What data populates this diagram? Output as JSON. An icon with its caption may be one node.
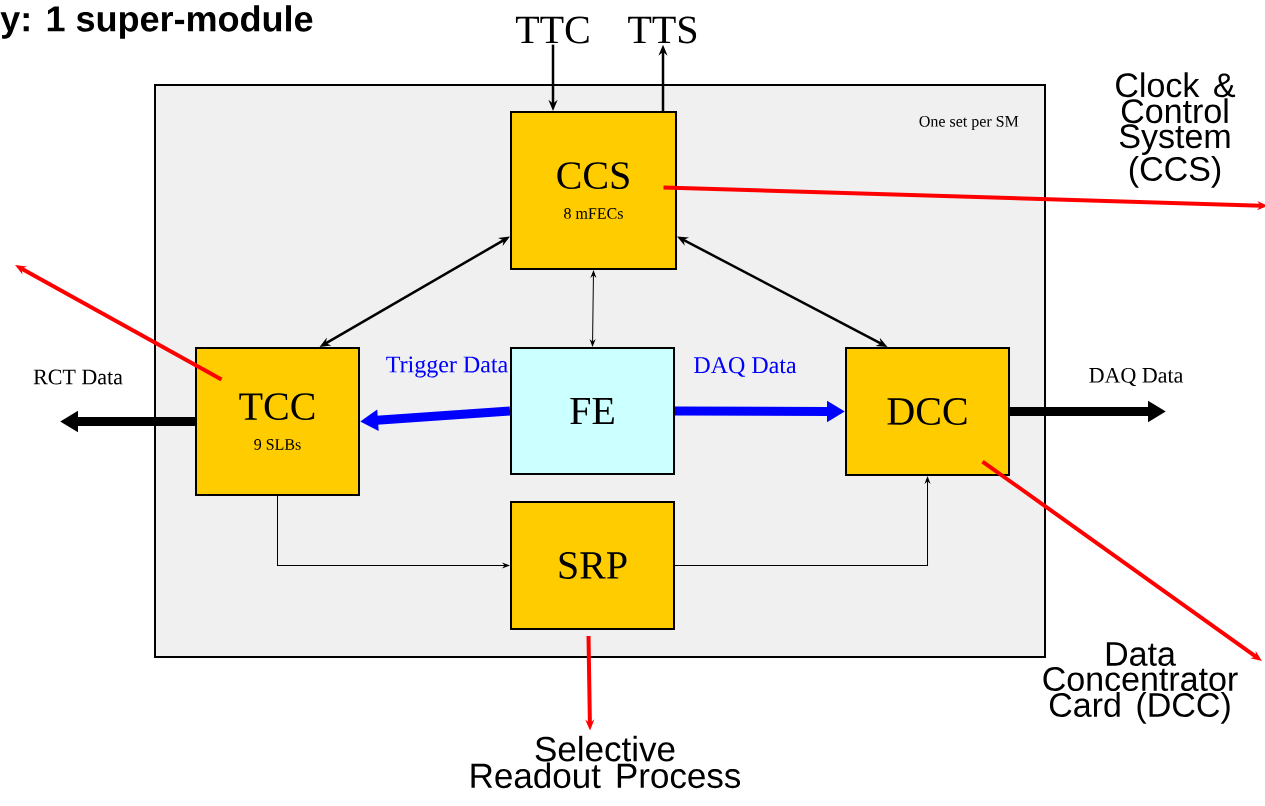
{
  "diagram": {
    "title": "y: 1 super-module",
    "nodes": [
      {
        "text": [
          "One set per SM"
        ]
      },
      {
        "text": [
          "CCS",
          "8 mFECs"
        ],
        "in": 0
      },
      {
        "text": [
          "TCC",
          "9 SLBs"
        ],
        "in": 0
      },
      {
        "text": [
          "FE"
        ],
        "in": 0
      },
      {
        "text": [
          "DCC"
        ],
        "in": 0
      },
      {
        "text": [
          "SRP"
        ],
        "in": 0
      },
      {
        "text": [
          "TTC"
        ]
      },
      {
        "text": [
          "TTS"
        ]
      },
      {
        "text": [
          "RCT Data"
        ]
      },
      {
        "text": [
          "DAQ Data"
        ]
      },
      {
        "text": [
          "Clock & Control System (CCS)"
        ]
      },
      {
        "text": [
          "Data Concentrator Card (DCC)"
        ]
      },
      {
        "text": [
          "Selective Readout Process"
        ]
      }
    ],
    "edges": [
      {
        "from": 6,
        "to": 1,
        "arrow": "to"
      },
      {
        "from": 1,
        "to": 7,
        "arrow": "to"
      },
      {
        "from": 1,
        "to": 2,
        "arrow": "both"
      },
      {
        "from": 1,
        "to": 3,
        "arrow": "both"
      },
      {
        "from": 1,
        "to": 4,
        "arrow": "both"
      },
      {
        "from": 3,
        "to": 2,
        "arrow": "to",
        "label": "Trigger Data",
        "style": "thick",
        "color": "#0000ff"
      },
      {
        "from": 3,
        "to": 4,
        "arrow": "to",
        "label": "DAQ Data",
        "style": "thick",
        "color": "#0000ff"
      },
      {
        "from": 2,
        "to": 8,
        "arrow": "to",
        "style": "thick"
      },
      {
        "from": 4,
        "to": 9,
        "arrow": "to",
        "style": "thick"
      },
      {
        "from": 2,
        "to": 5,
        "arrow": "to"
      },
      {
        "from": 5,
        "to": 4,
        "arrow": "to"
      },
      {
        "from": 1,
        "to": 10,
        "arrow": "to",
        "color": "#ff0000"
      },
      {
        "from": 2,
        "to": null,
        "arrow": "to",
        "color": "#ff0000"
      },
      {
        "from": 4,
        "to": 11,
        "arrow": "to",
        "color": "#ff0000"
      },
      {
        "from": 5,
        "to": 12,
        "arrow": "to",
        "color": "#ff0000"
      }
    ]
  }
}
